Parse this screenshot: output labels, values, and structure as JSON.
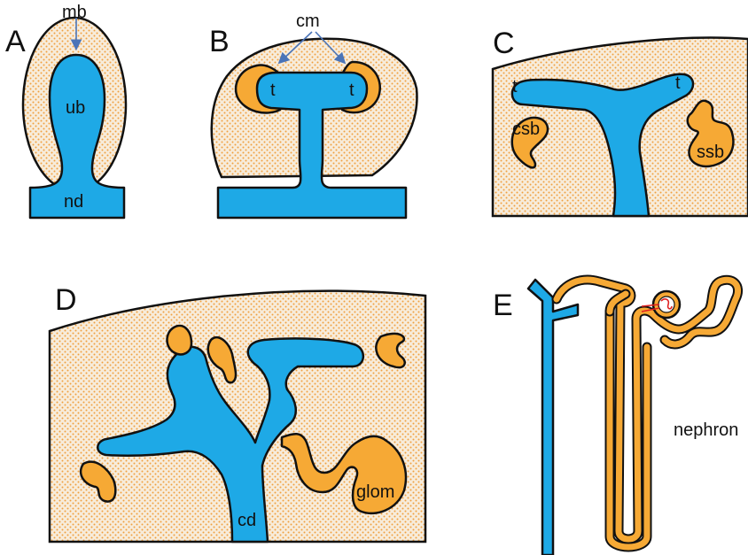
{
  "panels": {
    "A": {
      "letter": "A",
      "labels": {
        "mb": "mb",
        "ub": "ub",
        "nd": "nd"
      }
    },
    "B": {
      "letter": "B",
      "labels": {
        "cm": "cm",
        "t_left": "t",
        "t_right": "t"
      }
    },
    "C": {
      "letter": "C",
      "labels": {
        "t_left": "t",
        "t_right": "t",
        "csb": "csb",
        "ssb": "ssb"
      }
    },
    "D": {
      "letter": "D",
      "labels": {
        "glom": "glom",
        "cd": "cd"
      }
    },
    "E": {
      "letter": "E",
      "labels": {
        "nephron": "nephron"
      }
    }
  },
  "colors": {
    "ureteric_bud": "#1ea9e6",
    "nephron": "#f6a935",
    "mesenchyme_dots": "#f0a040",
    "mesenchyme_bg": "#f7ecdb",
    "glomerulus_capillary": "#e02020"
  }
}
